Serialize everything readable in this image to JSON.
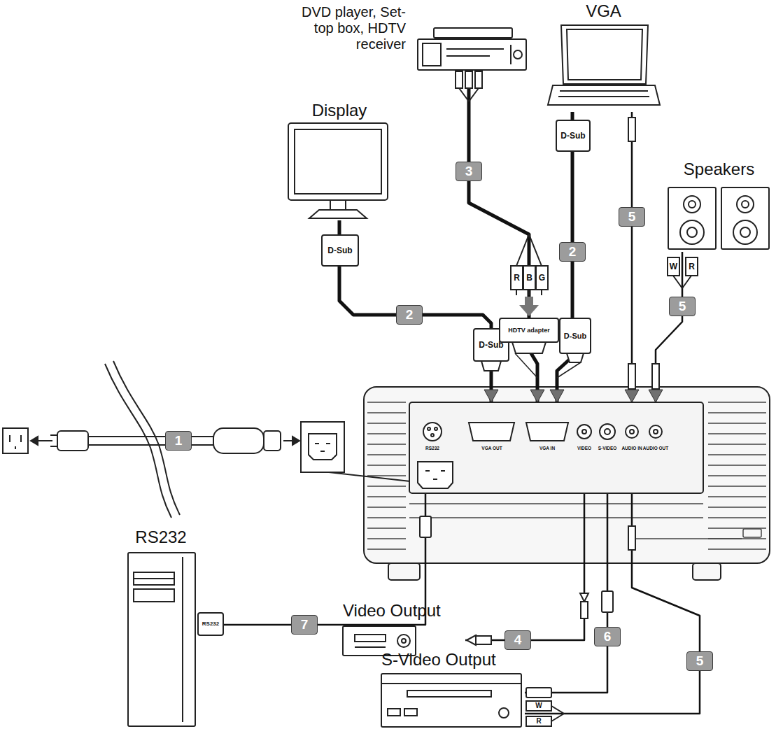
{
  "diagram": {
    "nodes": [
      {
        "text": [
          "DVD player, Set-top box, HDTV receiver"
        ]
      },
      {
        "text": [
          "VGA"
        ]
      },
      {
        "text": [
          "Display"
        ]
      },
      {
        "text": [
          "Speakers"
        ]
      },
      {
        "text": [
          "RS232",
          "VGA OUT",
          "VGA IN",
          "VIDEO",
          "S-VIDEO",
          "AUDIO IN",
          "AUDIO OUT"
        ]
      },
      {
        "text": [
          "RS232"
        ]
      },
      {
        "text": [
          "Video Output"
        ]
      },
      {
        "text": [
          "S-Video Output"
        ]
      }
    ],
    "edges": [
      {
        "from": 2,
        "to": 4,
        "label": "2",
        "arrow": "to"
      },
      {
        "from": 0,
        "to": 4,
        "label": "3",
        "arrow": "to"
      },
      {
        "from": 1,
        "to": 4,
        "label": "2",
        "arrow": "to"
      },
      {
        "from": 1,
        "to": 4,
        "label": "5",
        "arrow": "to"
      },
      {
        "from": 3,
        "to": 4,
        "label": "5",
        "arrow": "to"
      },
      {
        "from": 5,
        "to": 4,
        "label": "7",
        "arrow": "none"
      },
      {
        "from": 6,
        "to": 4,
        "label": "4",
        "arrow": "none"
      },
      {
        "from": 7,
        "to": 4,
        "label": "6",
        "arrow": "none"
      },
      {
        "from": 7,
        "to": 4,
        "label": "5",
        "arrow": "none"
      }
    ],
    "labels": [
      "1",
      "D-Sub",
      "D-Sub",
      "R",
      "B",
      "G",
      "D-Sub",
      "HDTV adapter",
      "D-Sub",
      "W",
      "R",
      "RS232",
      "W",
      "R"
    ]
  }
}
